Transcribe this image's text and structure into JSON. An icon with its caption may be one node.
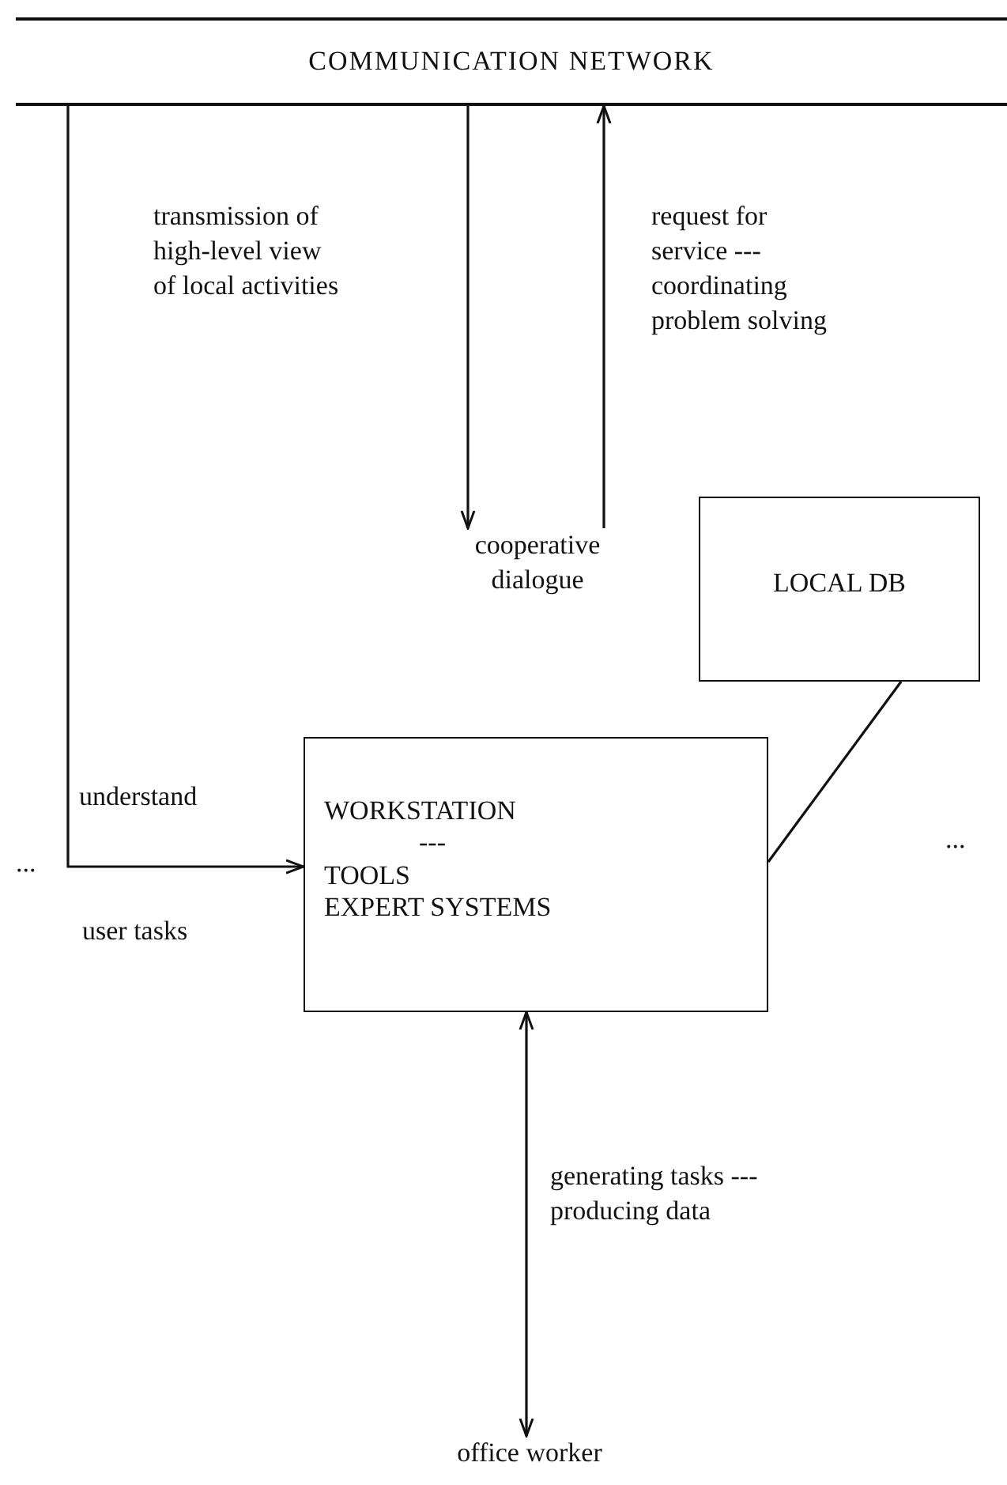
{
  "diagram": {
    "nodes": [
      {
        "text": [
          "COMMUNICATION NETWORK"
        ]
      },
      {
        "text": [
          "cooperative dialogue"
        ]
      },
      {
        "text": [
          "LOCAL DB"
        ]
      },
      {
        "text": [
          "WORKSTATION",
          "---",
          "TOOLS",
          "EXPERT SYSTEMS"
        ]
      },
      {
        "text": [
          "office worker"
        ]
      }
    ],
    "edges": [
      {
        "from": 0,
        "to": 1,
        "arrow": "to",
        "label": "transmission of high-level view of local activities"
      },
      {
        "from": 1,
        "to": 0,
        "arrow": "to",
        "label": "request for service --- coordinating problem solving"
      },
      {
        "from": 0,
        "to": 3,
        "arrow": "to",
        "label": "understand"
      },
      {
        "from": 3,
        "to": 2,
        "arrow": "none"
      },
      {
        "from": 3,
        "to": 4,
        "arrow": "both",
        "label": "generating tasks --- producing data"
      }
    ],
    "labels": [
      "...",
      "user tasks",
      "..."
    ]
  }
}
